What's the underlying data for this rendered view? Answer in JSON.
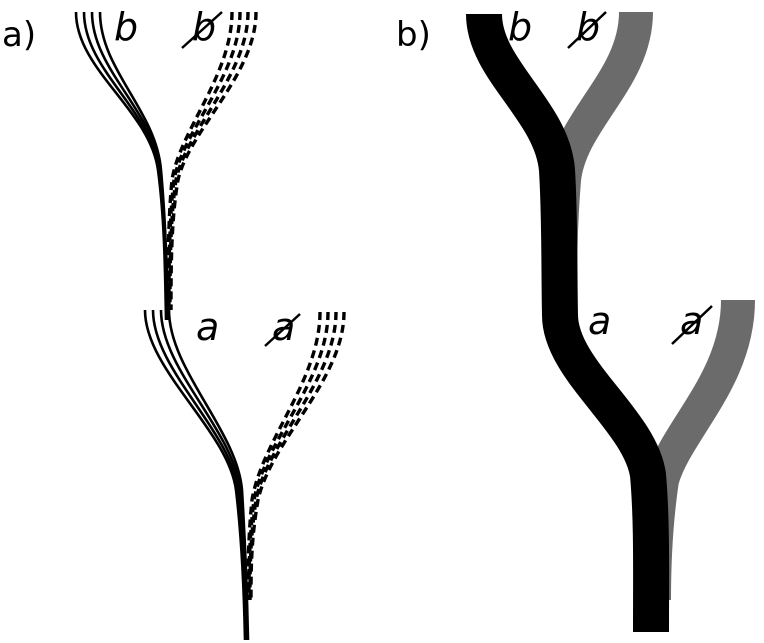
{
  "panels": [
    {
      "label": "a)",
      "alleles": {
        "top_kept": "b",
        "top_lost": "b",
        "mid_kept": "a",
        "mid_lost": "a"
      }
    },
    {
      "label": "b)",
      "alleles": {
        "top_kept": "b",
        "top_lost": "b",
        "mid_kept": "a",
        "mid_lost": "a"
      }
    }
  ],
  "colors": {
    "kept_lineage": "#000000",
    "lost_lineage": "#6b6b6b"
  }
}
